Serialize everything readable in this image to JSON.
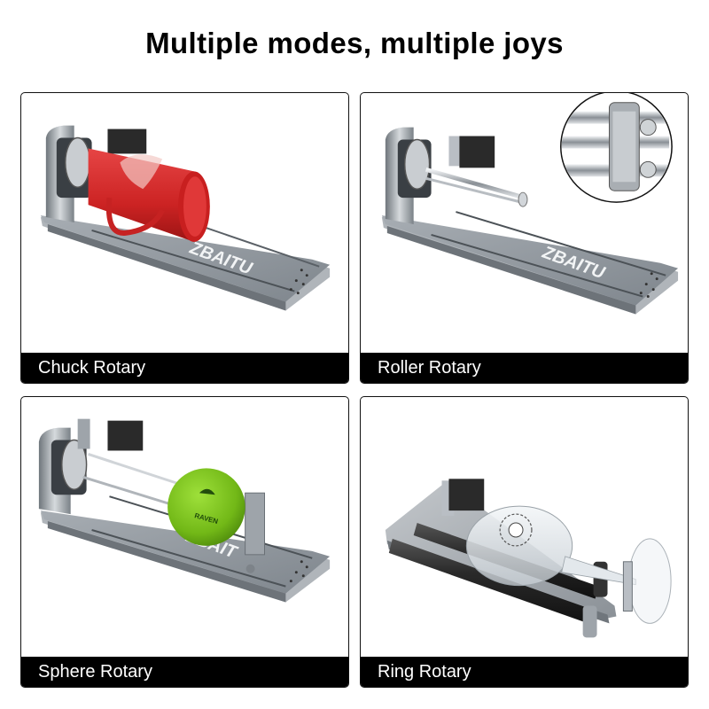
{
  "page": {
    "title": "Multiple modes, multiple joys"
  },
  "panels": [
    {
      "id": "chuck",
      "label": "Chuck Rotary",
      "brand": "ZBAITU",
      "object": "red mug",
      "object_color": "#d42a2a"
    },
    {
      "id": "roller",
      "label": "Roller Rotary",
      "brand": "ZBAITU",
      "object": "ring with inset zoom",
      "object_color": "#b9bec4"
    },
    {
      "id": "sphere",
      "label": "Sphere Rotary",
      "brand": "ZBAIT",
      "object": "green ball",
      "object_color": "#7ac21e",
      "object_text": "RAVEN"
    },
    {
      "id": "ring",
      "label": "Ring Rotary",
      "brand": "",
      "object": "wine glass",
      "object_color": "#e6ecf0"
    }
  ],
  "colors": {
    "label_bar": "#000000",
    "label_text": "#ffffff",
    "base_plate": "#8d949b",
    "motor": "#2a2a2a"
  }
}
